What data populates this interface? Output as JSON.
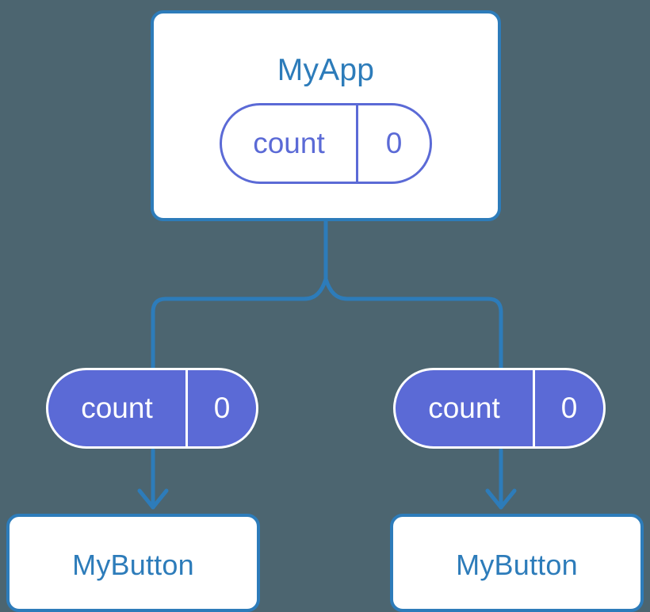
{
  "diagram": {
    "title": "React component state / prop flow tree",
    "background_color": "#4c6570",
    "accent_line_color": "#2d7cba",
    "state_color": "#5b6ad6",
    "box_fill_color": "#ffffff"
  },
  "root": {
    "component_label": "MyApp",
    "state": {
      "key": "count",
      "value": "0"
    }
  },
  "branches": [
    {
      "prop": {
        "key": "count",
        "value": "0"
      },
      "component_label": "MyButton"
    },
    {
      "prop": {
        "key": "count",
        "value": "0"
      },
      "component_label": "MyButton"
    }
  ]
}
